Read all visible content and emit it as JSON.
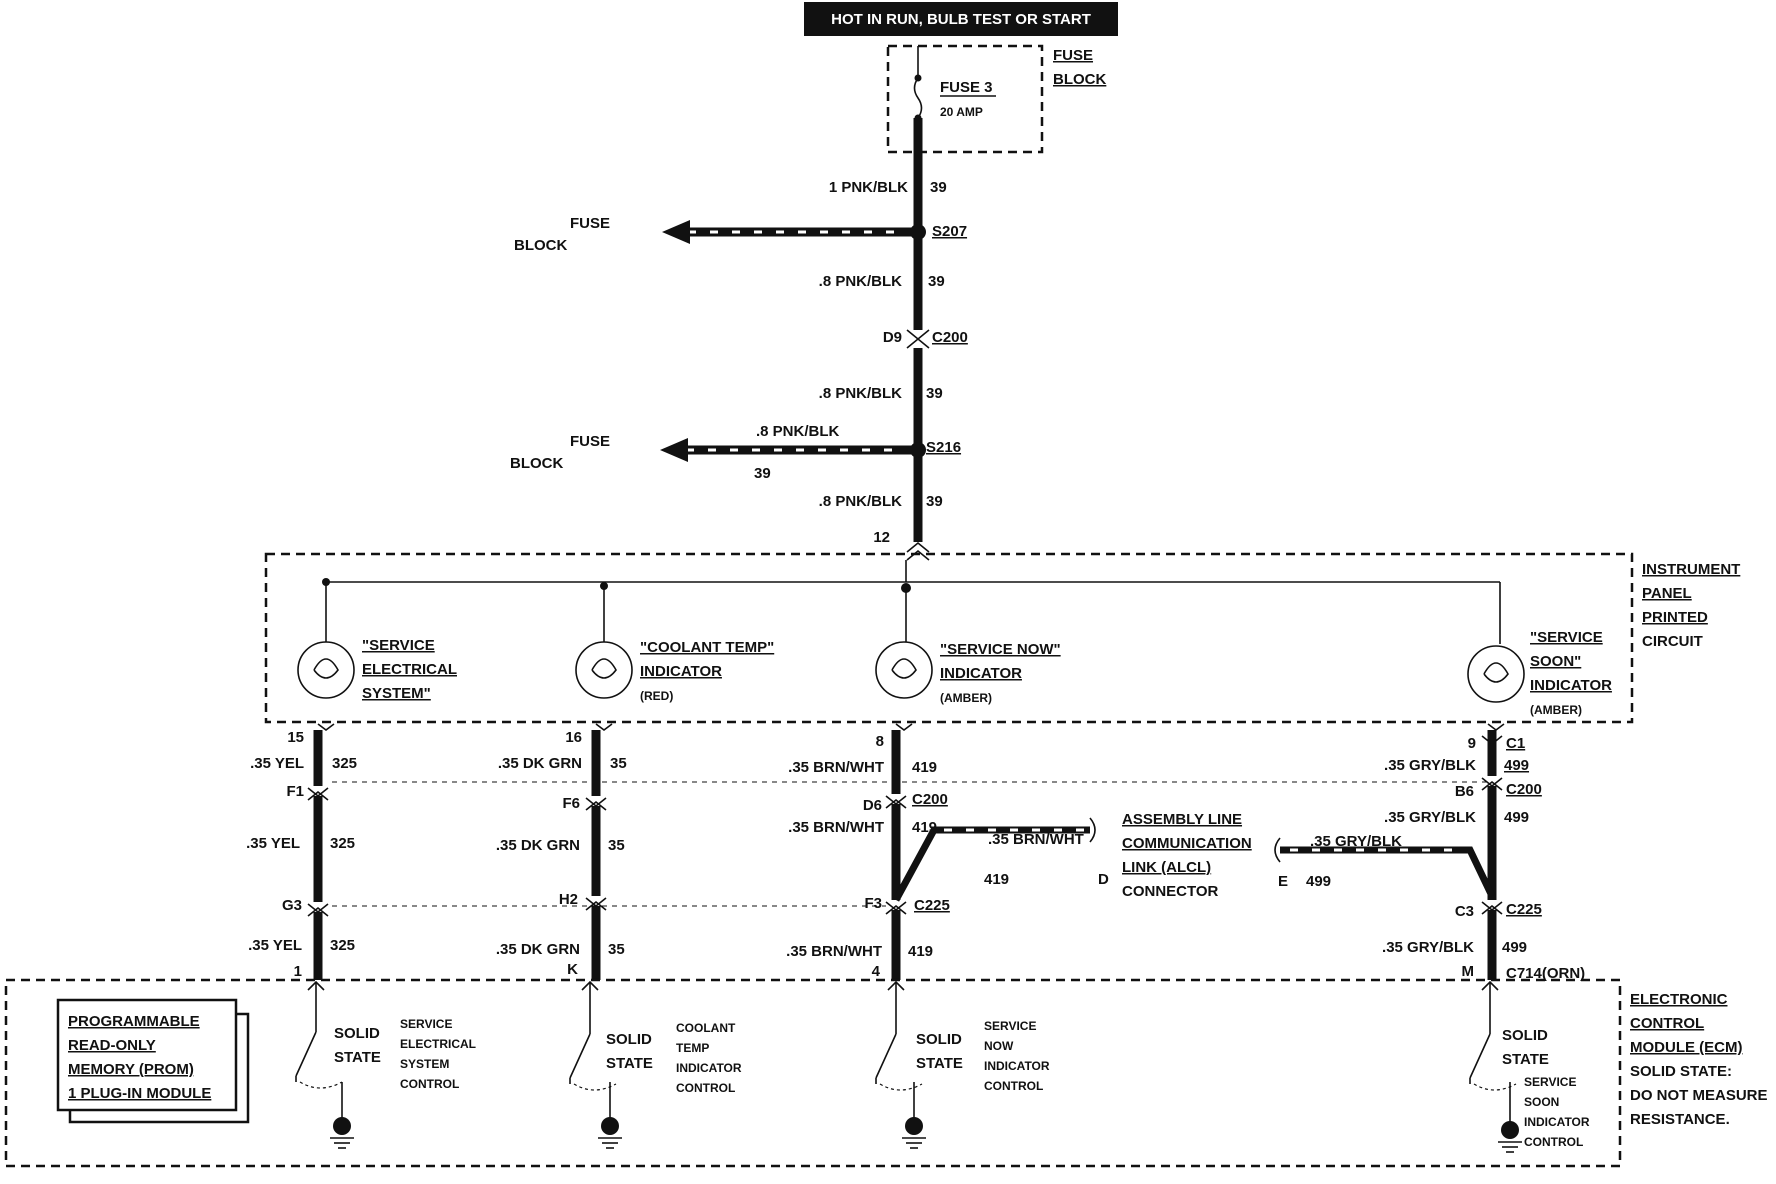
{
  "header": {
    "title": "HOT IN RUN, BULB TEST OR START"
  },
  "fuse_block": {
    "label_1": "FUSE",
    "label_2": "BLOCK",
    "fuse_name": "FUSE 3",
    "fuse_rating": "20 AMP"
  },
  "splices": {
    "s207": {
      "id": "S207",
      "branch_1": "FUSE",
      "branch_2": "BLOCK"
    },
    "s216": {
      "id": "S216",
      "branch_1": "FUSE",
      "branch_2": "BLOCK",
      "wire": ".8 PNK/BLK",
      "circuit": "39"
    }
  },
  "main_feed": [
    {
      "wire": "1 PNK/BLK",
      "circuit": "39"
    },
    {
      "wire": ".8 PNK/BLK",
      "circuit": "39"
    },
    {
      "wire": ".8 PNK/BLK",
      "circuit": "39"
    },
    {
      "wire": ".8 PNK/BLK",
      "circuit": "39"
    }
  ],
  "connectors": {
    "c200_top": {
      "pin": "D9",
      "id": "C200"
    },
    "panel_entry_pin": "12",
    "alcl_d": "D",
    "alcl_e": "E"
  },
  "instrument_panel": {
    "line_1": "INSTRUMENT",
    "line_2": "PANEL",
    "line_3": "PRINTED",
    "line_4": "CIRCUIT"
  },
  "indicators": [
    {
      "line_1": "\"SERVICE",
      "line_2": "ELECTRICAL",
      "line_3": "SYSTEM\"",
      "color": ""
    },
    {
      "line_1": "\"COOLANT TEMP\"",
      "line_2": "INDICATOR",
      "line_3": "",
      "color": "(RED)"
    },
    {
      "line_1": "\"SERVICE NOW\"",
      "line_2": "INDICATOR",
      "line_3": "",
      "color": "(AMBER)"
    },
    {
      "line_1": "\"SERVICE",
      "line_2": "SOON\"",
      "line_3": "INDICATOR",
      "color": "(AMBER)"
    }
  ],
  "columns": [
    {
      "top_pin": "15",
      "wire_1": ".35 YEL",
      "circuit_1": "325",
      "mid_pin": "F1",
      "mid_conn": "",
      "wire_2": ".35 YEL",
      "circuit_2": "325",
      "low_pin": "G3",
      "low_conn": "",
      "wire_3": ".35 YEL",
      "circuit_3": "325",
      "ecm_pin": "1",
      "ecm_conn": ""
    },
    {
      "top_pin": "16",
      "wire_1": ".35 DK GRN",
      "circuit_1": "35",
      "mid_pin": "F6",
      "mid_conn": "",
      "wire_2": ".35 DK GRN",
      "circuit_2": "35",
      "low_pin": "H2",
      "low_conn": "",
      "wire_3": ".35 DK GRN",
      "circuit_3": "35",
      "ecm_pin": "K",
      "ecm_conn": ""
    },
    {
      "top_pin": "8",
      "wire_1": ".35 BRN/WHT",
      "circuit_1": "419",
      "mid_pin": "D6",
      "mid_conn": "C200",
      "wire_2": ".35 BRN/WHT",
      "circuit_2": "419",
      "low_pin": "F3",
      "low_conn": "C225",
      "wire_3": ".35 BRN/WHT",
      "circuit_3": "419",
      "ecm_pin": "4",
      "ecm_conn": ""
    },
    {
      "top_pin": "9",
      "top_conn": "C1",
      "wire_1": ".35 GRY/BLK",
      "circuit_1": "499",
      "mid_pin": "B6",
      "mid_conn": "C200",
      "wire_2": ".35 GRY/BLK",
      "circuit_2": "499",
      "low_pin": "C3",
      "low_conn": "C225",
      "wire_3": ".35 GRY/BLK",
      "circuit_3": "499",
      "ecm_pin": "M",
      "ecm_conn": "C714(ORN)"
    }
  ],
  "alcl": {
    "line_1": "ASSEMBLY LINE",
    "line_2": "COMMUNICATION",
    "line_3": "LINK (ALCL)",
    "line_4": "CONNECTOR",
    "left_wire": ".35 BRN/WHT",
    "left_circuit": "419",
    "right_wire": ".35 GRY/BLK",
    "right_circuit": "499"
  },
  "prom": {
    "line_1": "PROGRAMMABLE",
    "line_2": "READ-ONLY",
    "line_3": "MEMORY (PROM)",
    "line_4": "1 PLUG-IN MODULE"
  },
  "ecm_controls": [
    {
      "ss_1": "SOLID",
      "ss_2": "STATE",
      "c1": "SERVICE",
      "c2": "ELECTRICAL",
      "c3": "SYSTEM",
      "c4": "CONTROL"
    },
    {
      "ss_1": "SOLID",
      "ss_2": "STATE",
      "c1": "COOLANT",
      "c2": "TEMP",
      "c3": "INDICATOR",
      "c4": "CONTROL"
    },
    {
      "ss_1": "SOLID",
      "ss_2": "STATE",
      "c1": "SERVICE",
      "c2": "NOW",
      "c3": "INDICATOR",
      "c4": "CONTROL"
    },
    {
      "ss_1": "SOLID",
      "ss_2": "STATE",
      "c1": "SERVICE",
      "c2": "SOON",
      "c3": "INDICATOR",
      "c4": "CONTROL"
    }
  ],
  "ecm": {
    "line_1": "ELECTRONIC",
    "line_2": "CONTROL",
    "line_3": "MODULE (ECM)",
    "line_4": "SOLID STATE:",
    "line_5": "DO NOT MEASURE",
    "line_6": "RESISTANCE."
  }
}
